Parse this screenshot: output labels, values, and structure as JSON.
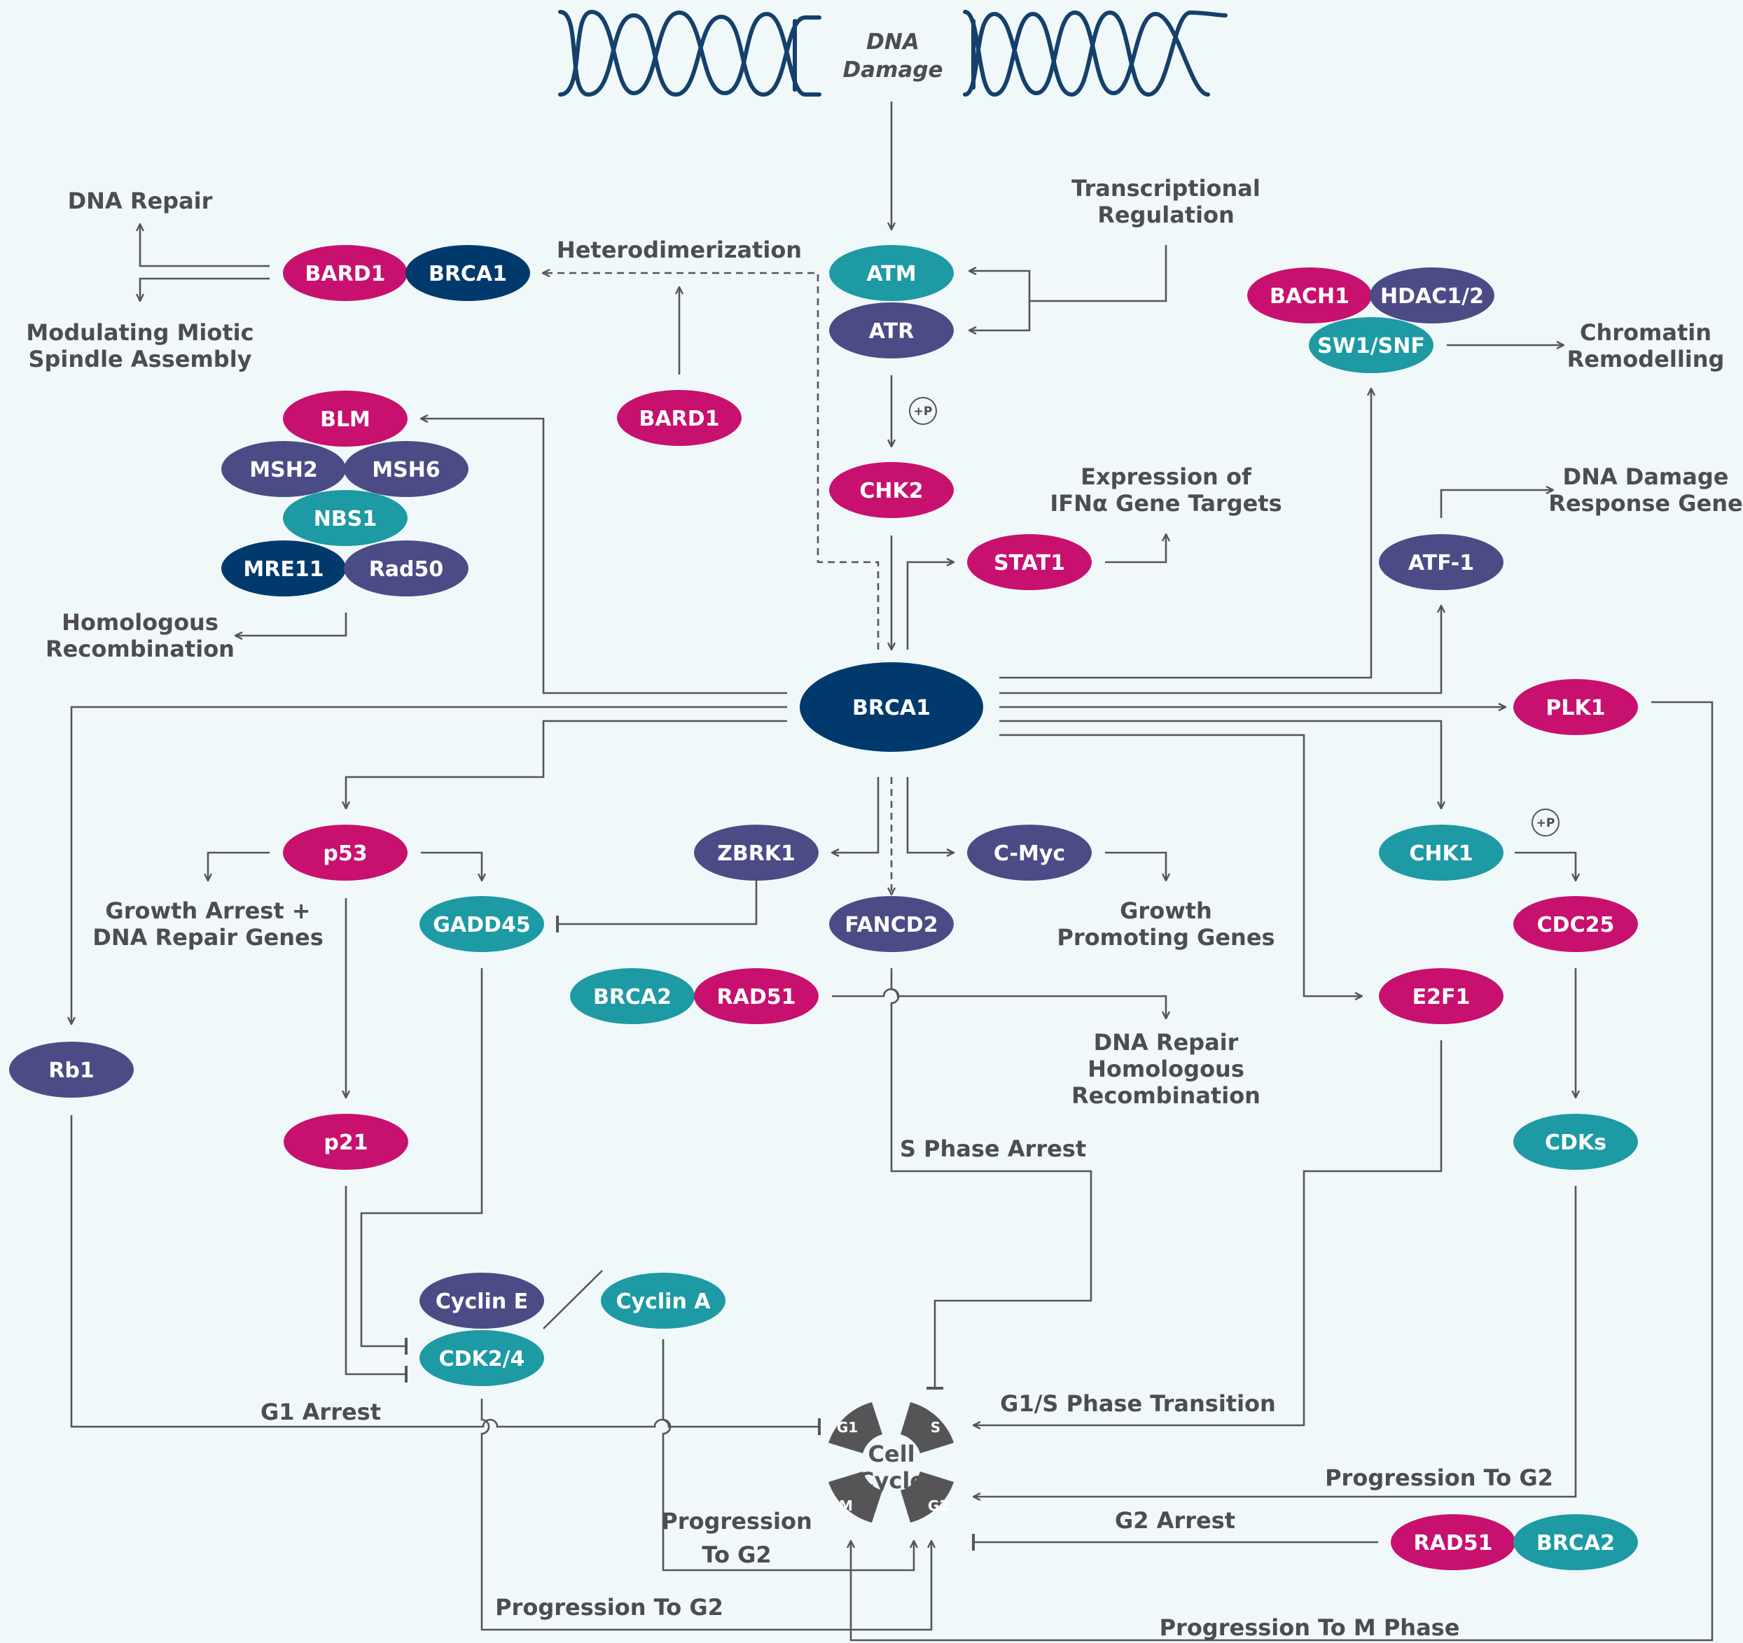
{
  "colors": {
    "background": "#f1f8fa",
    "magenta": "#c8106f",
    "navy": "#003a6d",
    "purple": "#4b4b86",
    "teal": "#1d9aa4",
    "line": "#555557",
    "dna": "#14406b"
  },
  "header": {
    "dna_damage": [
      "DNA",
      "Damage"
    ]
  },
  "nodes": {
    "atm": "ATM",
    "atr": "ATR",
    "chk2": "CHK2",
    "brca1_center": "BRCA1",
    "bard1_complex": "BARD1",
    "brca1_complex": "BRCA1",
    "bard1_single": "BARD1",
    "blm": "BLM",
    "msh2": "MSH2",
    "msh6": "MSH6",
    "nbs1": "NBS1",
    "mre11": "MRE11",
    "rad50": "Rad50",
    "stat1": "STAT1",
    "bach1": "BACH1",
    "hdac": "HDAC1/2",
    "swisnf": "SW1/SNF",
    "atf1": "ATF-1",
    "plk1": "PLK1",
    "chk1": "CHK1",
    "cdc25": "CDC25",
    "cdks": "CDKs",
    "e2f1": "E2F1",
    "p53": "p53",
    "gadd45": "GADD45",
    "zbrk1": "ZBRK1",
    "fancd2": "FANCD2",
    "cmyc": "C-Myc",
    "brca2_a": "BRCA2",
    "rad51_a": "RAD51",
    "rb1": "Rb1",
    "p21": "p21",
    "cyclin_e": "Cyclin E",
    "cdk24": "CDK2/4",
    "cyclin_a": "Cyclin A",
    "rad51_b": "RAD51",
    "brca2_b": "BRCA2"
  },
  "labels": {
    "dna_repair": [
      "DNA Repair"
    ],
    "spindle": [
      "Modulating Miotic",
      "Spindle Assembly"
    ],
    "heterodimerization": [
      "Heterodimerization"
    ],
    "transcriptional": [
      "Transcriptional",
      "Regulation"
    ],
    "chromatin": [
      "Chromatin",
      "Remodelling"
    ],
    "homologous": [
      "Homologous",
      "Recombination"
    ],
    "ifn": [
      "Expression of",
      "IFNα Gene Targets"
    ],
    "ddr_gene": [
      "DNA Damage",
      "Response Gene"
    ],
    "growth_arrest": [
      "Growth Arrest +",
      "DNA Repair Genes"
    ],
    "growth_promoting": [
      "Growth",
      "Promoting Genes"
    ],
    "dna_repair_hr": [
      "DNA Repair",
      "Homologous",
      "Recombination"
    ],
    "s_phase": [
      "S Phase Arrest"
    ],
    "g1_arrest": [
      "G1 Arrest"
    ],
    "g1s": [
      "G1/S Phase Transition"
    ],
    "prog_g2_right": [
      "Progression To G2"
    ],
    "g2_arrest": [
      "G2 Arrest"
    ],
    "prog_g2_mid": [
      "Progression",
      "To G2"
    ],
    "prog_g2_bottom": [
      "Progression To G2"
    ],
    "prog_m": [
      "Progression To M Phase"
    ]
  },
  "cell_cycle": {
    "title": [
      "Cell",
      "Cycle"
    ],
    "phases": {
      "g1": "G1",
      "s": "S",
      "g2": "G2",
      "m": "M"
    }
  },
  "phosphorylation": "+P"
}
